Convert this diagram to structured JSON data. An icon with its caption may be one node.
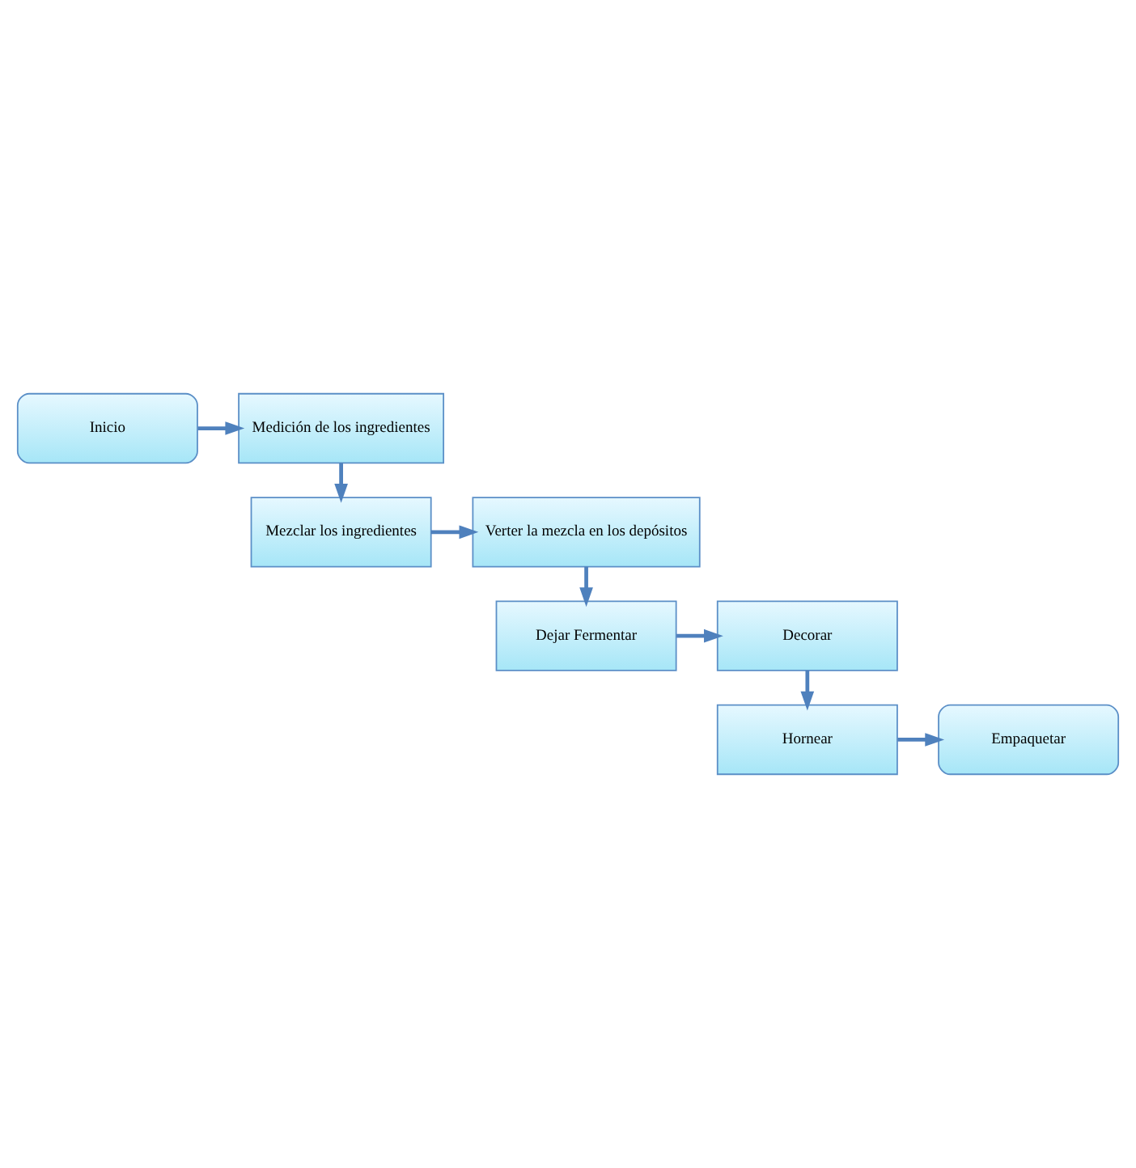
{
  "diagram": {
    "nodes": [
      {
        "text": [
          "Inicio"
        ]
      },
      {
        "text": [
          "Medición de los ingredientes"
        ]
      },
      {
        "text": [
          "Mezclar los ingredientes"
        ]
      },
      {
        "text": [
          "Verter la mezcla en los depósitos"
        ]
      },
      {
        "text": [
          "Dejar Fermentar"
        ]
      },
      {
        "text": [
          "Decorar"
        ]
      },
      {
        "text": [
          "Hornear"
        ]
      },
      {
        "text": [
          "Empaquetar"
        ]
      }
    ],
    "edges": [
      {
        "from": 0,
        "to": 1,
        "arrow": "to"
      },
      {
        "from": 1,
        "to": 2,
        "arrow": "to"
      },
      {
        "from": 2,
        "to": 3,
        "arrow": "to"
      },
      {
        "from": 3,
        "to": 4,
        "arrow": "to"
      },
      {
        "from": 4,
        "to": 5,
        "arrow": "to"
      },
      {
        "from": 5,
        "to": 6,
        "arrow": "to"
      },
      {
        "from": 6,
        "to": 7,
        "arrow": "to"
      }
    ]
  }
}
